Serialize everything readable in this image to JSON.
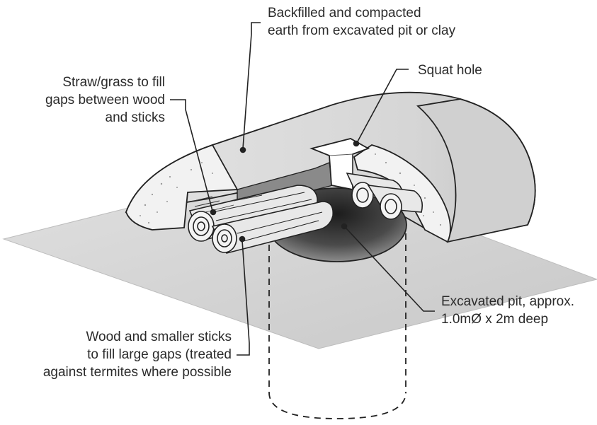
{
  "labels": {
    "backfill": [
      "Backfilled and compacted",
      "earth from excavated pit or clay"
    ],
    "squat_hole": [
      "Squat hole"
    ],
    "straw": [
      "Straw/grass to fill",
      "gaps between wood",
      "and sticks"
    ],
    "pit": [
      "Excavated pit, approx.",
      "1.0mØ x 2m deep"
    ],
    "wood": [
      "Wood and smaller sticks",
      "to fill large gaps (treated",
      "against termites where possible"
    ]
  },
  "colors": {
    "ground": "#d4d4d4",
    "mound_top": "#dcdcdc",
    "mound_face": "#cfcfcf",
    "cut_face": "#f2f2f2",
    "wood": "#e6e6e6",
    "pit_dark": "#2a2a2a",
    "line": "#222222"
  }
}
